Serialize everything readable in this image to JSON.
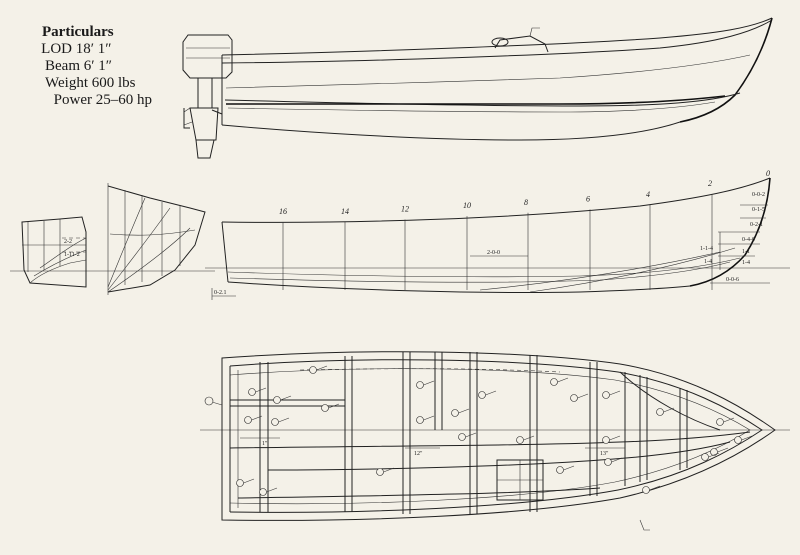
{
  "particulars": {
    "title": "Particulars",
    "rows": [
      {
        "label": "LOD",
        "value": "18′ 1″"
      },
      {
        "label": "Beam",
        "value": "6′ 1″"
      },
      {
        "label": "Weight",
        "value": "600 lbs"
      },
      {
        "label": "Power",
        "value": "25–60 hp"
      }
    ]
  },
  "profile_stations": [
    "16",
    "14",
    "12",
    "10",
    "8",
    "6",
    "4",
    "2",
    "0"
  ],
  "dimension_labels": {
    "station_spacing": "2-0-0",
    "left_offset": "0-2.1",
    "bow_offset": "0-0-6",
    "bow_height": "1-1-4",
    "bow_small": "1-4",
    "section_a": "2-2",
    "section_b": "1-11-2",
    "bow_stack": [
      "0-0-2",
      "0-1-5",
      "0-2-1",
      "0-4-0",
      "1-1",
      "1-4"
    ],
    "plan_a": "12\"",
    "plan_b": "1\"",
    "plan_c": "13\""
  }
}
